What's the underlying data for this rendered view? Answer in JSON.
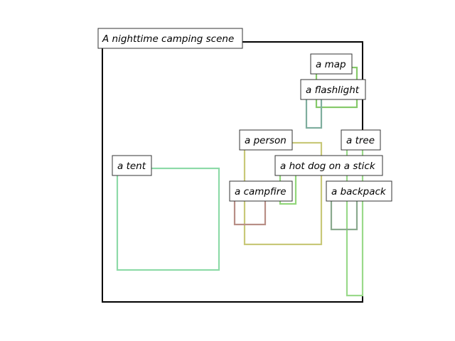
{
  "scene": {
    "title": "A nighttime camping scene",
    "objects": [
      {
        "label": "a map",
        "color": "#86c96a"
      },
      {
        "label": "a flashlight",
        "color": "#7fae9e"
      },
      {
        "label": "a tree",
        "color": "#9ad98a"
      },
      {
        "label": "a person",
        "color": "#c8c878"
      },
      {
        "label": "a hot dog on a stick",
        "color": "#92d67a"
      },
      {
        "label": "a tent",
        "color": "#8ddaa8"
      },
      {
        "label": "a campfire",
        "color": "#b88e86"
      },
      {
        "label": "a backpack",
        "color": "#8aaa8e"
      }
    ]
  }
}
